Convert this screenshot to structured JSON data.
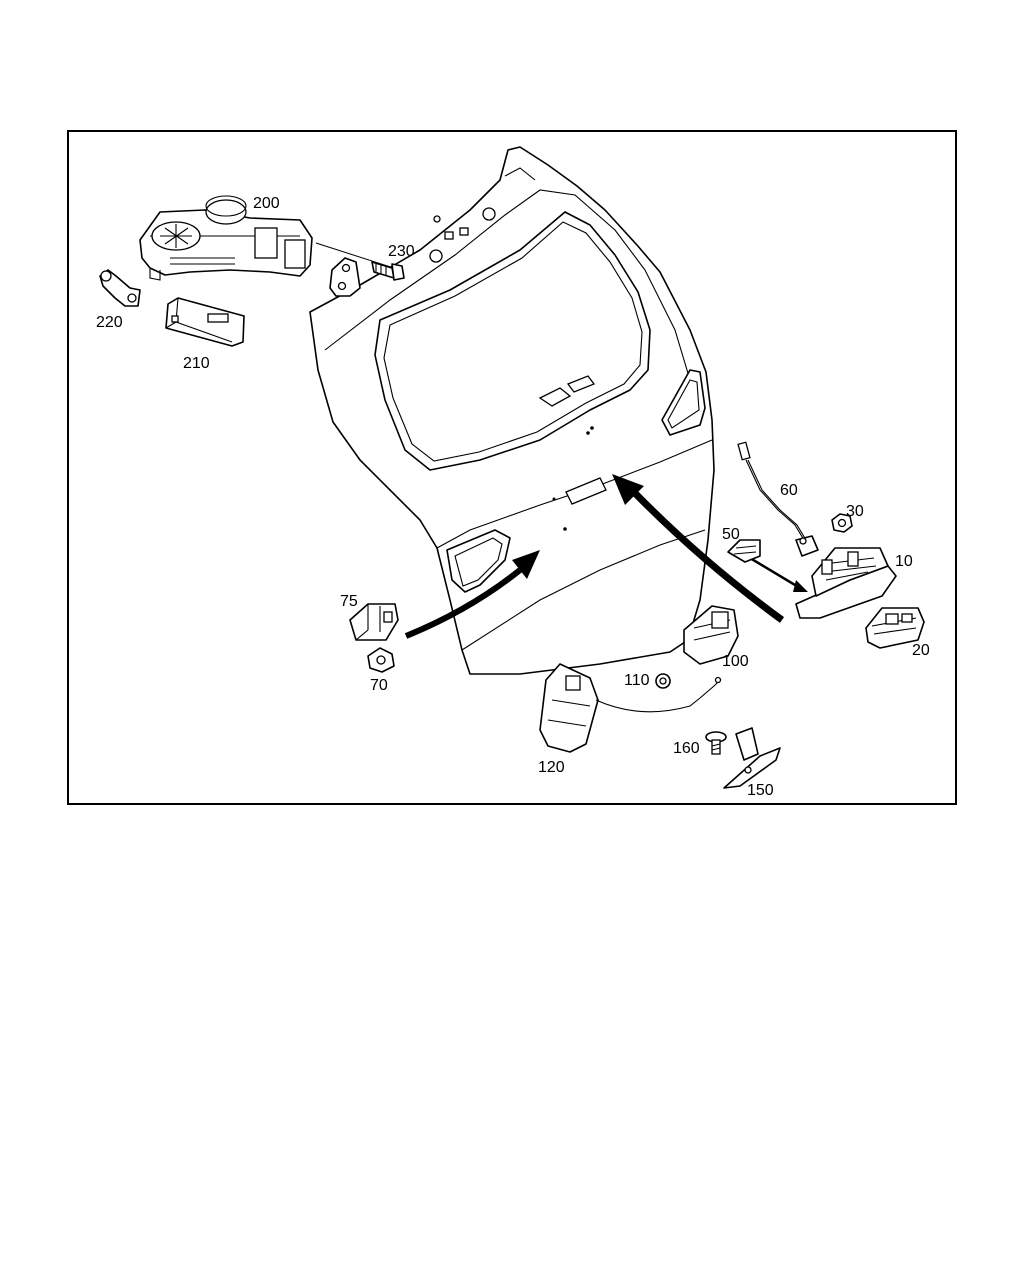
{
  "diagram": {
    "parts": [
      {
        "id": "10",
        "name": "part-10"
      },
      {
        "id": "20",
        "name": "part-20"
      },
      {
        "id": "30",
        "name": "part-30"
      },
      {
        "id": "50",
        "name": "part-50"
      },
      {
        "id": "60",
        "name": "part-60"
      },
      {
        "id": "70",
        "name": "part-70"
      },
      {
        "id": "75",
        "name": "part-75"
      },
      {
        "id": "100",
        "name": "part-100"
      },
      {
        "id": "110",
        "name": "part-110"
      },
      {
        "id": "120",
        "name": "part-120"
      },
      {
        "id": "150",
        "name": "part-150"
      },
      {
        "id": "160",
        "name": "part-160"
      },
      {
        "id": "200",
        "name": "part-200"
      },
      {
        "id": "210",
        "name": "part-210"
      },
      {
        "id": "220",
        "name": "part-220"
      },
      {
        "id": "230",
        "name": "part-230"
      }
    ],
    "labels": {
      "l10": "10",
      "l20": "20",
      "l30": "30",
      "l50": "50",
      "l60": "60",
      "l70": "70",
      "l75": "75",
      "l100": "100",
      "l110": "110",
      "l120": "120",
      "l150": "150",
      "l160": "160",
      "l200": "200",
      "l210": "210",
      "l220": "220",
      "l230": "230"
    }
  }
}
